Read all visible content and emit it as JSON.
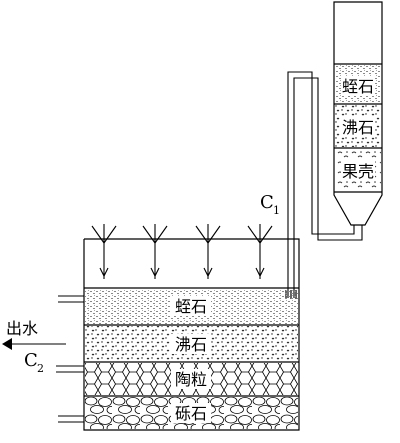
{
  "colors": {
    "line": "#000000",
    "background": "#ffffff",
    "label_bg": "#ffffff",
    "vermiculite_texture": "#8a8a8a",
    "zeolite_texture": "#1a1a1a",
    "ceramsite_texture": "#000000",
    "gravel_texture": "#000000"
  },
  "icons": {
    "plant": "plant-icon",
    "outlet_arrow": "arrow-left-icon",
    "gravel": "stone-icon"
  },
  "column": {
    "layers": [
      {
        "label": "蛭石",
        "texture": "vermiculite"
      },
      {
        "label": "沸石",
        "texture": "zeolite"
      },
      {
        "label": "果壳",
        "texture": "shell"
      }
    ]
  },
  "wetland": {
    "layers": [
      {
        "label": "蛭石",
        "texture": "vermiculite"
      },
      {
        "label": "沸石",
        "texture": "zeolite"
      },
      {
        "label": "陶粒",
        "texture": "ceramsite"
      },
      {
        "label": "砾石",
        "texture": "gravel"
      }
    ],
    "plant_count": 4
  },
  "labels": {
    "c1_main": "C",
    "c1_sub": "1",
    "c2_main": "C",
    "c2_sub": "2",
    "outlet": "出水"
  }
}
